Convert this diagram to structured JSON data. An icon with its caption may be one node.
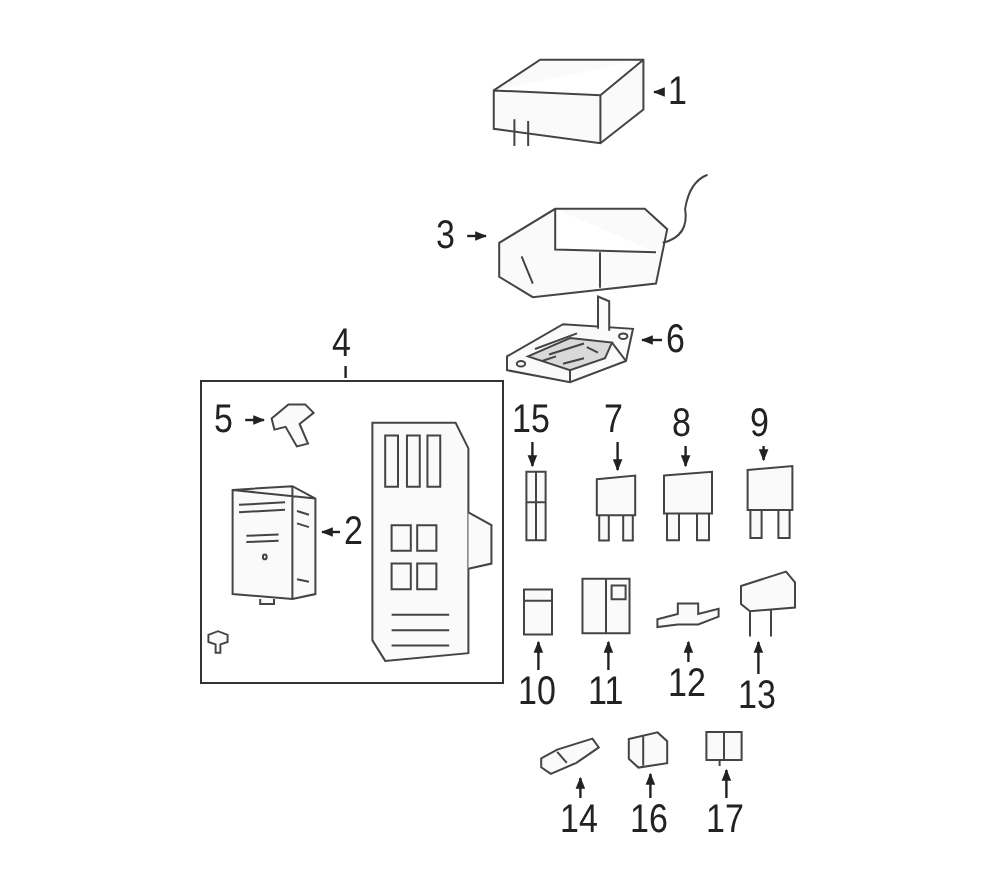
{
  "diagram": {
    "nodes": [
      {
        "text": [
          "1"
        ]
      },
      {
        "text": [],
        "shape": "picture"
      },
      {
        "text": [
          "3"
        ]
      },
      {
        "text": [],
        "shape": "picture"
      },
      {
        "text": [
          "4"
        ]
      },
      {
        "text": [],
        "shape": "box"
      },
      {
        "text": [
          "5"
        ],
        "in": 5
      },
      {
        "text": [],
        "shape": "picture",
        "in": 5
      },
      {
        "text": [
          "2"
        ],
        "in": 5
      },
      {
        "text": [],
        "shape": "picture",
        "in": 5
      },
      {
        "text": [
          "6"
        ]
      },
      {
        "text": [],
        "shape": "picture"
      },
      {
        "text": [
          "15"
        ]
      },
      {
        "text": [],
        "shape": "picture"
      },
      {
        "text": [
          "7"
        ]
      },
      {
        "text": [],
        "shape": "picture"
      },
      {
        "text": [
          "8"
        ]
      },
      {
        "text": [],
        "shape": "picture"
      },
      {
        "text": [
          "9"
        ]
      },
      {
        "text": [],
        "shape": "picture"
      },
      {
        "text": [
          "10"
        ]
      },
      {
        "text": [],
        "shape": "picture"
      },
      {
        "text": [
          "11"
        ]
      },
      {
        "text": [],
        "shape": "picture"
      },
      {
        "text": [
          "12"
        ]
      },
      {
        "text": [],
        "shape": "picture"
      },
      {
        "text": [
          "13"
        ]
      },
      {
        "text": [],
        "shape": "picture"
      },
      {
        "text": [
          "14"
        ]
      },
      {
        "text": [],
        "shape": "picture"
      },
      {
        "text": [
          "16"
        ]
      },
      {
        "text": [],
        "shape": "picture"
      },
      {
        "text": [
          "17"
        ]
      },
      {
        "text": [],
        "shape": "picture"
      }
    ],
    "edges": [
      {
        "from": 0,
        "to": 1,
        "arrow": "to"
      },
      {
        "from": 2,
        "to": 3,
        "arrow": "to"
      },
      {
        "from": 4,
        "to": 5,
        "arrow": "none"
      },
      {
        "from": 6,
        "to": 7,
        "arrow": "to"
      },
      {
        "from": 8,
        "to": 9,
        "arrow": "to"
      },
      {
        "from": 10,
        "to": 11,
        "arrow": "to"
      },
      {
        "from": 12,
        "to": 13,
        "arrow": "to"
      },
      {
        "from": 14,
        "to": 15,
        "arrow": "to"
      },
      {
        "from": 16,
        "to": 17,
        "arrow": "to"
      },
      {
        "from": 18,
        "to": 19,
        "arrow": "to"
      },
      {
        "from": 20,
        "to": 21,
        "arrow": "to"
      },
      {
        "from": 22,
        "to": 23,
        "arrow": "to"
      },
      {
        "from": 24,
        "to": 25,
        "arrow": "to"
      },
      {
        "from": 26,
        "to": 27,
        "arrow": "to"
      },
      {
        "from": 28,
        "to": 29,
        "arrow": "to"
      },
      {
        "from": 30,
        "to": 31,
        "arrow": "to"
      },
      {
        "from": 32,
        "to": 33,
        "arrow": "to"
      }
    ]
  }
}
